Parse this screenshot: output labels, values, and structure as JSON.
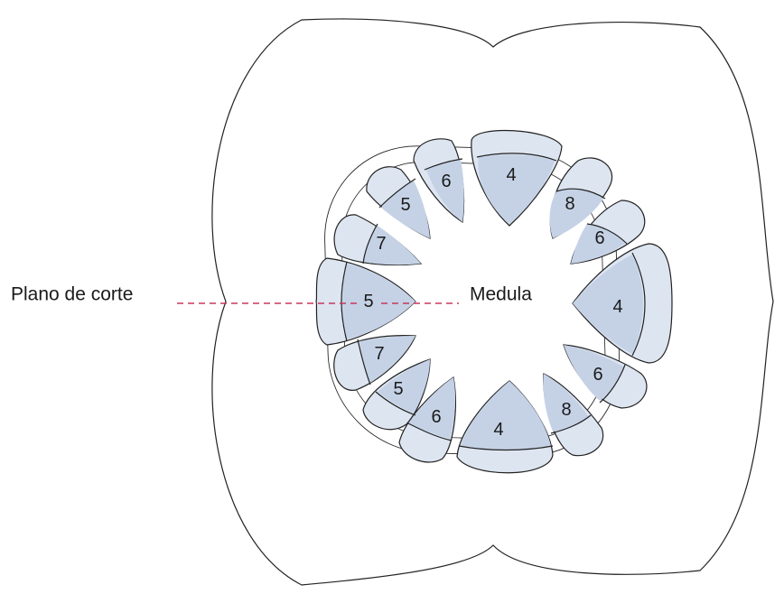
{
  "labels": {
    "cut_plane": "Plano de corte",
    "pith": "Medula"
  },
  "bundles": [
    "4",
    "8",
    "6",
    "4",
    "6",
    "8",
    "4",
    "6",
    "5",
    "7",
    "5",
    "7",
    "5",
    "6"
  ],
  "colors": {
    "bundle_light": "#dde5f1",
    "bundle_dark": "#c5d2e6",
    "outline": "#222222",
    "cut_line": "#c8385c",
    "background": "#ffffff"
  }
}
